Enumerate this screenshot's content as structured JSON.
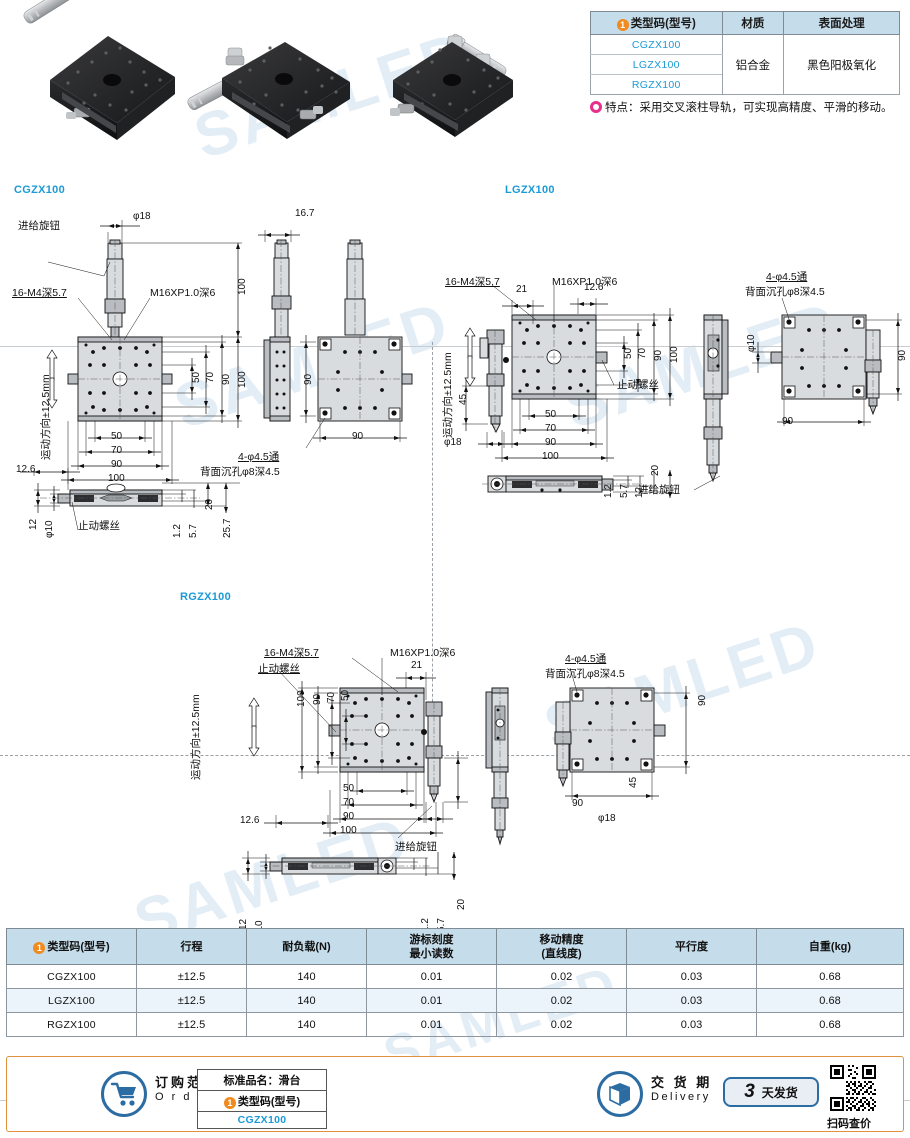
{
  "material_table": {
    "headers": [
      "类型码(型号)",
      "材质",
      "表面处理"
    ],
    "models": [
      "CGZX100",
      "LGZX100",
      "RGZX100"
    ],
    "material": "铝合金",
    "surface": "黑色阳极氧化"
  },
  "feature_note": "特点：采用交叉滚柱导轨，可实现高精度、平滑的移动。",
  "sections": {
    "cgzx": "CGZX100",
    "lgzx": "LGZX100",
    "rgzx": "RGZX100"
  },
  "labels": {
    "feed_knob": "进给旋钮",
    "stop_screw": "止动螺丝",
    "m4": "16-M4深5.7",
    "m16": "M16XP1.0深6",
    "counterbore_1": "4-φ4.5通",
    "counterbore_2": "背面沉孔φ8深4.5",
    "travel_dir": "运动方向±12.5mm"
  },
  "dims": {
    "d18": "φ18",
    "d10": "φ10",
    "n167": "16.7",
    "n100": "100",
    "n90": "90",
    "n70": "70",
    "n50": "50",
    "n126": "12.6",
    "n21": "21",
    "n45": "45",
    "n20": "20",
    "n12": "12",
    "n57": "5.7",
    "n12b": "1.2",
    "n257": "25.7"
  },
  "spec_table": {
    "headers": [
      "类型码(型号)",
      "行程",
      "耐负载(N)",
      "游标刻度\n最小读数",
      "移动精度\n(直线度)",
      "平行度",
      "自重(kg)"
    ],
    "headers_l1": [
      "类型码(型号)",
      "行程",
      "耐负载(N)",
      "游标刻度",
      "移动精度",
      "平行度",
      "自重(kg)"
    ],
    "headers_l2": [
      "",
      "",
      "",
      "最小读数",
      "(直线度)",
      "",
      ""
    ],
    "rows": [
      {
        "model": "CGZX100",
        "stroke": "±12.5",
        "load": "140",
        "vernier": "0.01",
        "accuracy": "0.02",
        "parallel": "0.03",
        "weight": "0.68"
      },
      {
        "model": "LGZX100",
        "stroke": "±12.5",
        "load": "140",
        "vernier": "0.01",
        "accuracy": "0.02",
        "parallel": "0.03",
        "weight": "0.68"
      },
      {
        "model": "RGZX100",
        "stroke": "±12.5",
        "load": "140",
        "vernier": "0.01",
        "accuracy": "0.02",
        "parallel": "0.03",
        "weight": "0.68"
      }
    ]
  },
  "footer": {
    "order_cn": "订购范例",
    "order_en": "O r d e r",
    "order_box": {
      "standard_name": "标准品名：滑台",
      "type_code": "类型码(型号)",
      "value": "CGZX100"
    },
    "delivery_cn": "交 货 期",
    "delivery_en": "Delivery",
    "delivery_days": "3",
    "delivery_unit": "天发货",
    "qr_caption": "扫码查价"
  },
  "watermark": "SAMLED",
  "colors": {
    "model_blue": "#1b9ad6",
    "header_blue": "#c5dcea",
    "row_blue": "#eaf4fa",
    "orange_badge": "#f08a1e",
    "magenta_badge": "#e6308a",
    "footer_border": "#e0913f",
    "icon_blue": "#2b6ca3"
  }
}
